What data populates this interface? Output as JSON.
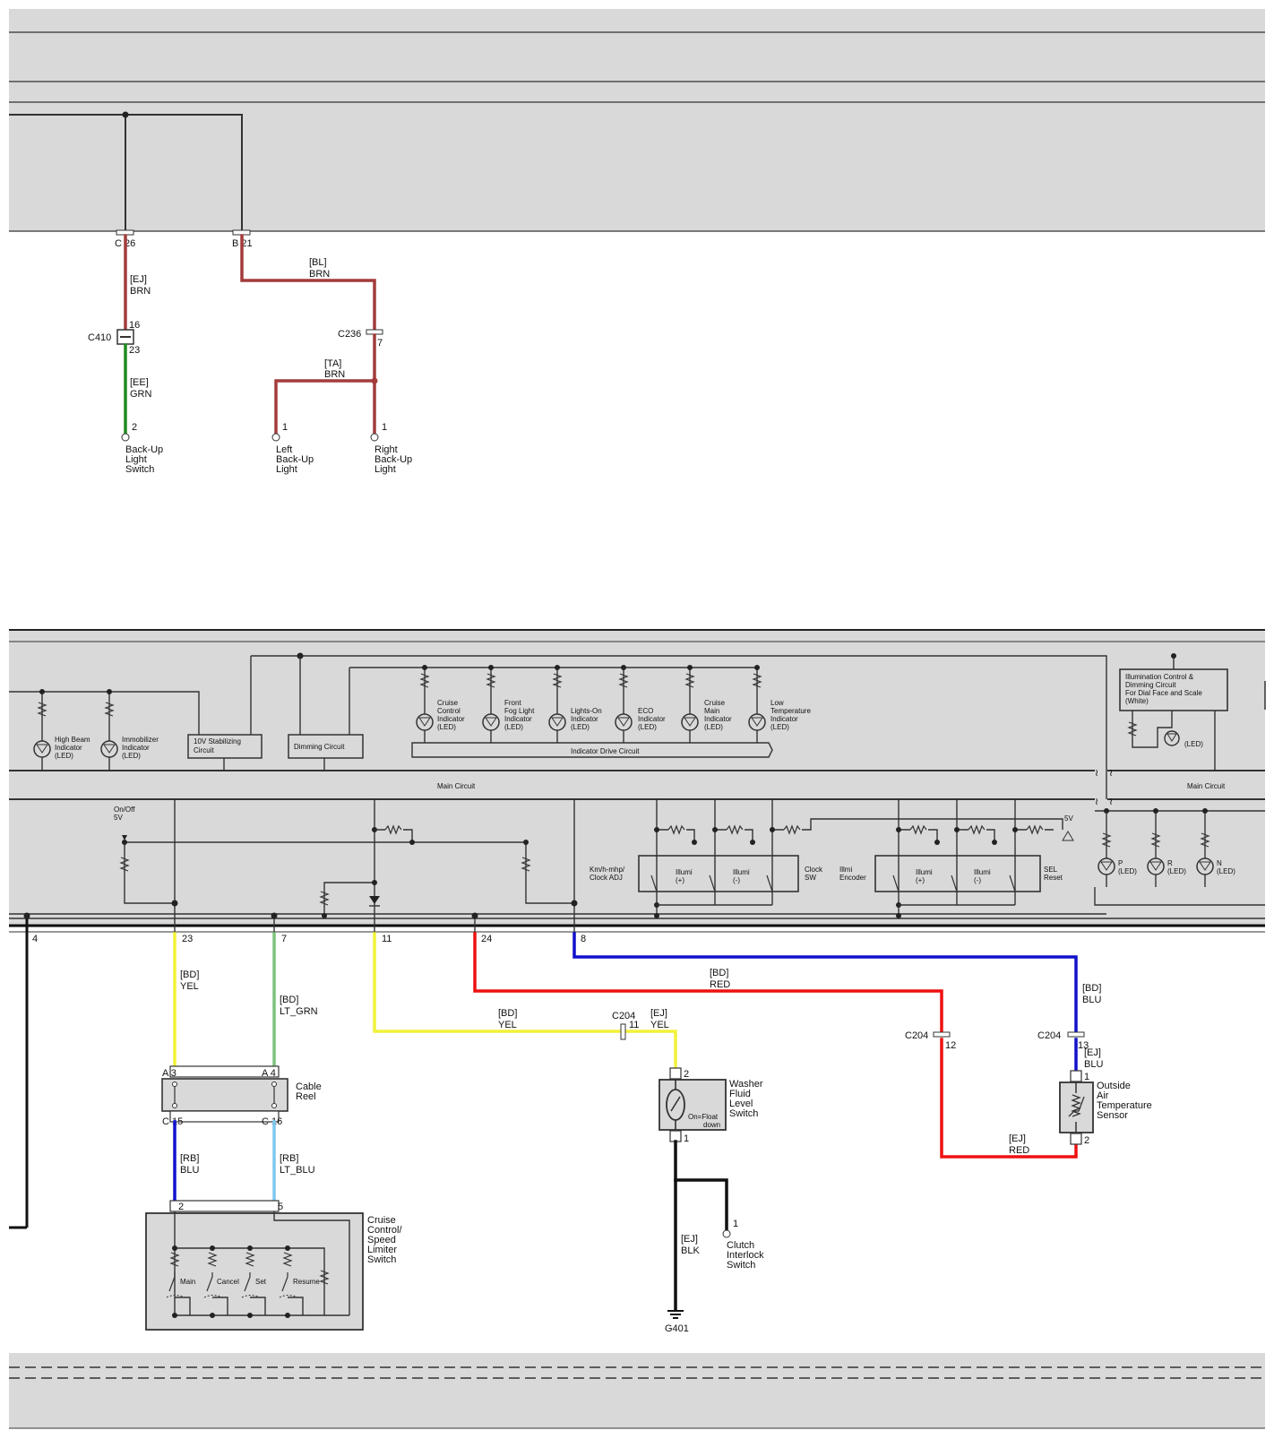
{
  "colors": {
    "brn": "#a33b3b",
    "grn": "#1f8a1f",
    "yel": "#f2f23a",
    "lt_grn": "#7cc47c",
    "red": "#ee1111",
    "blu": "#1111cc",
    "lt_blu": "#7ec8ee",
    "blk": "#111111",
    "panel": "#d9d9d9"
  },
  "top": {
    "connectors": {
      "c26": "C 26",
      "b21": "B 21",
      "c410": "C410",
      "c410_pin_a": "16",
      "c410_pin_b": "23",
      "c236": "C236",
      "c236_pin": "7"
    },
    "wires": {
      "ej_code": "[EJ]",
      "ej_color": "BRN",
      "bl_code": "[BL]",
      "bl_color": "BRN",
      "ee_code": "[EE]",
      "ee_color": "GRN",
      "ta_code": "[TA]",
      "ta_color": "BRN"
    },
    "components": {
      "switch_pin": "2",
      "switch_l1": "Back-Up",
      "switch_l2": "Light",
      "switch_l3": "Switch",
      "left_pin": "1",
      "left_l1": "Left",
      "left_l2": "Back-Up",
      "left_l3": "Light",
      "right_pin": "1",
      "right_l1": "Right",
      "right_l2": "Back-Up",
      "right_l3": "Light"
    }
  },
  "gauge": {
    "indicators": {
      "high_beam": [
        "High Beam",
        "Indicator",
        "(LED)"
      ],
      "immobilizer": [
        "Immobilizer",
        "Indicator",
        "(LED)"
      ],
      "cruise_control": [
        "Cruise",
        "Control",
        "Indicator",
        "(LED)"
      ],
      "front_fog": [
        "Front",
        "Fog Light",
        "Indicator",
        "(LED)"
      ],
      "lights_on": [
        "Lights-On",
        "Indicator",
        "(LED)"
      ],
      "eco": [
        "ECO",
        "Indicator",
        "(LED)"
      ],
      "cruise_main": [
        "Cruise",
        "Main",
        "Indicator",
        "(LED)"
      ],
      "low_temp": [
        "Low",
        "Temperature",
        "Indicator",
        "(LED)"
      ]
    },
    "blocks": {
      "stab_l1": "10V Stabilizing",
      "stab_l2": "Circuit",
      "dimming": "Dimming Circuit",
      "indicator_drive": "Indicator Drive Circuit",
      "main_circuit": "Main Circuit",
      "main_circuit_right": "Main Circuit",
      "illum_l1": "Illumination Control &",
      "illum_l2": "Dimming Circuit",
      "illum_l3": "For Dial Face and Scale",
      "illum_l4": "(White)",
      "illum_led": "(LED)"
    },
    "switches": {
      "onoff_l1": "On/Off",
      "onoff_l2": "5V",
      "five_v": "5V",
      "kmh_l1": "Km/h-mhp/",
      "kmh_l2": "Clock ADJ",
      "illumi_plus_l1": "Illumi",
      "illumi_plus_l2": "(+)",
      "illumi_minus_l1": "Illumi",
      "illumi_minus_l2": "(-)",
      "clock_l1": "Clock",
      "clock_l2": "SW",
      "illmi_enc_l1": "Illmi",
      "illmi_enc_l2": "Encoder",
      "illumi_plus2_l1": "Illumi",
      "illumi_plus2_l2": "(+)",
      "illumi_minus2_l1": "Illumi",
      "illumi_minus2_l2": "(-)",
      "sel_l1": "SEL",
      "sel_l2": "Reset"
    },
    "gear": {
      "p": [
        "P",
        "(LED)"
      ],
      "r": [
        "R",
        "(LED)"
      ],
      "n": [
        "N",
        "(LED)"
      ]
    },
    "pins": {
      "p4": "4",
      "p23": "23",
      "p7": "7",
      "p11": "11",
      "p24": "24",
      "p8": "8"
    }
  },
  "bottom": {
    "wires": {
      "yel_code": "[BD]",
      "yel_color": "YEL",
      "ltgrn_code": "[BD]",
      "ltgrn_color": "LT_GRN",
      "yel2_code": "[BD]",
      "yel2_color": "YEL",
      "yel3_code": "[EJ]",
      "yel3_color": "YEL",
      "red_code": "[BD]",
      "red_color": "RED",
      "blu_code": "[BD]",
      "blu_color": "BLU",
      "blu2_code": "[EJ]",
      "blu2_color": "BLU",
      "red2_code": "[EJ]",
      "red2_color": "RED",
      "rb_blu_code": "[RB]",
      "rb_blu_color": "BLU",
      "rb_ltblu_code": "[RB]",
      "rb_ltblu_color": "LT_BLU",
      "blk_code": "[EJ]",
      "blk_color": "BLK"
    },
    "connectors": {
      "c204_a": "C204",
      "c204_a_pin": "11",
      "c204_b": "C204",
      "c204_b_pin": "12",
      "c204_c": "C204",
      "c204_c_pin": "13",
      "reel_a3": "A 3",
      "reel_a4": "A 4",
      "reel_c15": "C 15",
      "reel_c16": "C 16",
      "cruise_p2": "2",
      "cruise_p5": "5",
      "washer_p2": "2",
      "washer_p1": "1",
      "sensor_p1": "1",
      "sensor_p2": "2",
      "clutch_p1": "1"
    },
    "components": {
      "reel_l1": "Cable",
      "reel_l2": "Reel",
      "cruise_l1": "Cruise",
      "cruise_l2": "Control/",
      "cruise_l3": "Speed",
      "cruise_l4": "Limiter",
      "cruise_l5": "Switch",
      "sw_main": "Main",
      "sw_cancel": "Cancel",
      "sw_set": "Set",
      "sw_resume": "Resume",
      "washer_l1": "Washer",
      "washer_l2": "Fluid",
      "washer_l3": "Level",
      "washer_l4": "Switch",
      "washer_note_l1": "On=Float",
      "washer_note_l2": "down",
      "sensor_l1": "Outside",
      "sensor_l2": "Air",
      "sensor_l3": "Temperature",
      "sensor_l4": "Sensor",
      "clutch_l1": "Clutch",
      "clutch_l2": "Interlock",
      "clutch_l3": "Switch",
      "ground": "G401"
    }
  }
}
